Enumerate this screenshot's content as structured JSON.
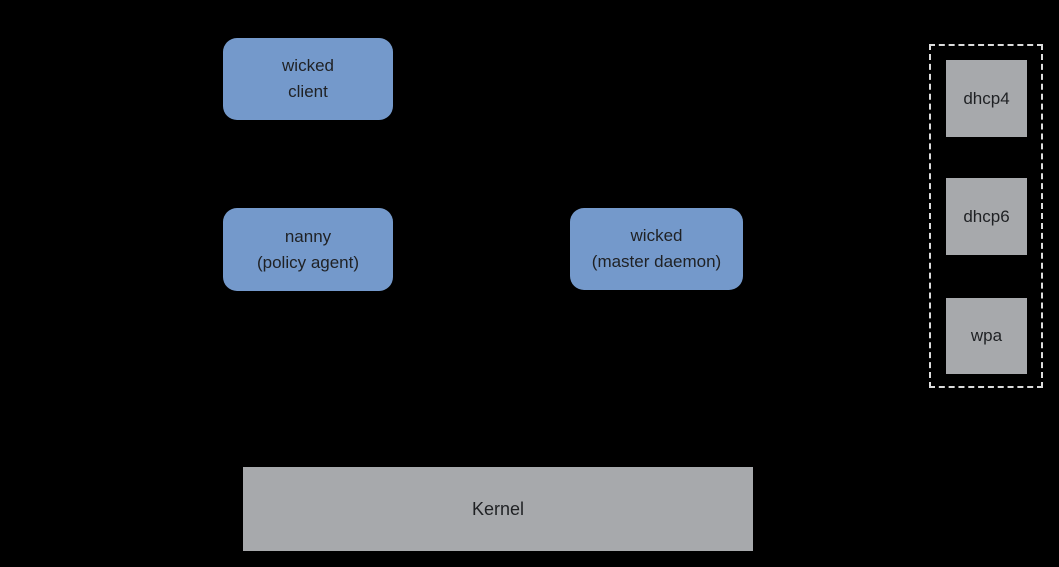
{
  "colors": {
    "background": "#000000",
    "node_blue": "#7499cb",
    "node_gray": "#a7a9ac",
    "label_text": "#1f2124",
    "dashed_border": "#dcdcdc"
  },
  "nodes": {
    "wicked_client": {
      "line1": "wicked",
      "line2": "client"
    },
    "nanny": {
      "line1": "nanny",
      "line2": "(policy agent)"
    },
    "wicked_master": {
      "line1": "wicked",
      "line2": "(master daemon)"
    },
    "kernel": {
      "label": "Kernel"
    }
  },
  "supplicants": [
    {
      "label": "dhcp4"
    },
    {
      "label": "dhcp6"
    },
    {
      "label": "wpa"
    }
  ]
}
